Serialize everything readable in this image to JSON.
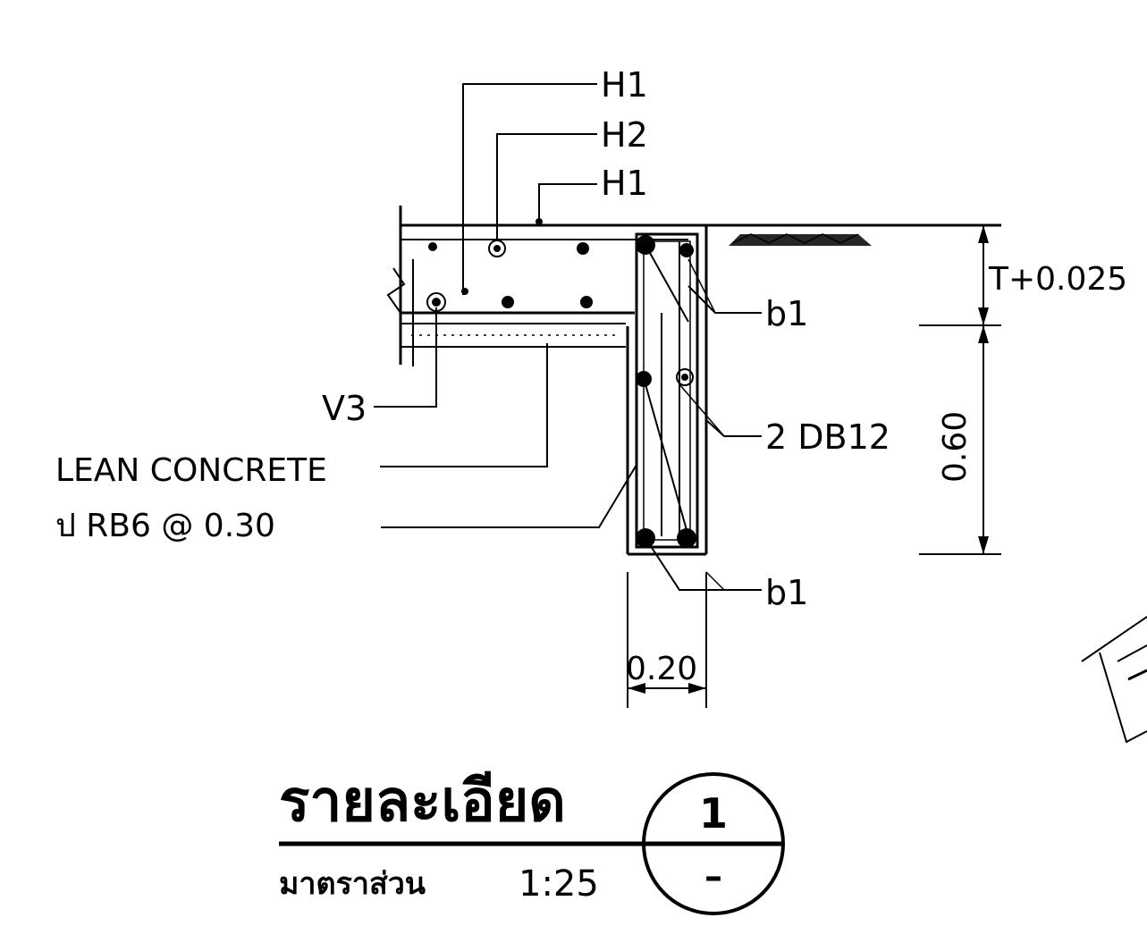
{
  "labels": {
    "h1_top": "H1",
    "h2": "H2",
    "h1_bottom": "H1",
    "b1_upper": "b1",
    "db12": "2 DB12",
    "b1_lower": "b1",
    "v3": "V3",
    "lean_concrete": "LEAN CONCRETE",
    "rb6": "ป RB6 @ 0.30"
  },
  "dimensions": {
    "top_right": "T+0.025",
    "height": "0.60",
    "width": "0.20"
  },
  "title": {
    "name": "รายละเอียด",
    "scale_label": "มาตราส่วน",
    "scale_value": "1:25",
    "detail_number": "1",
    "sheet_ref": "–"
  }
}
